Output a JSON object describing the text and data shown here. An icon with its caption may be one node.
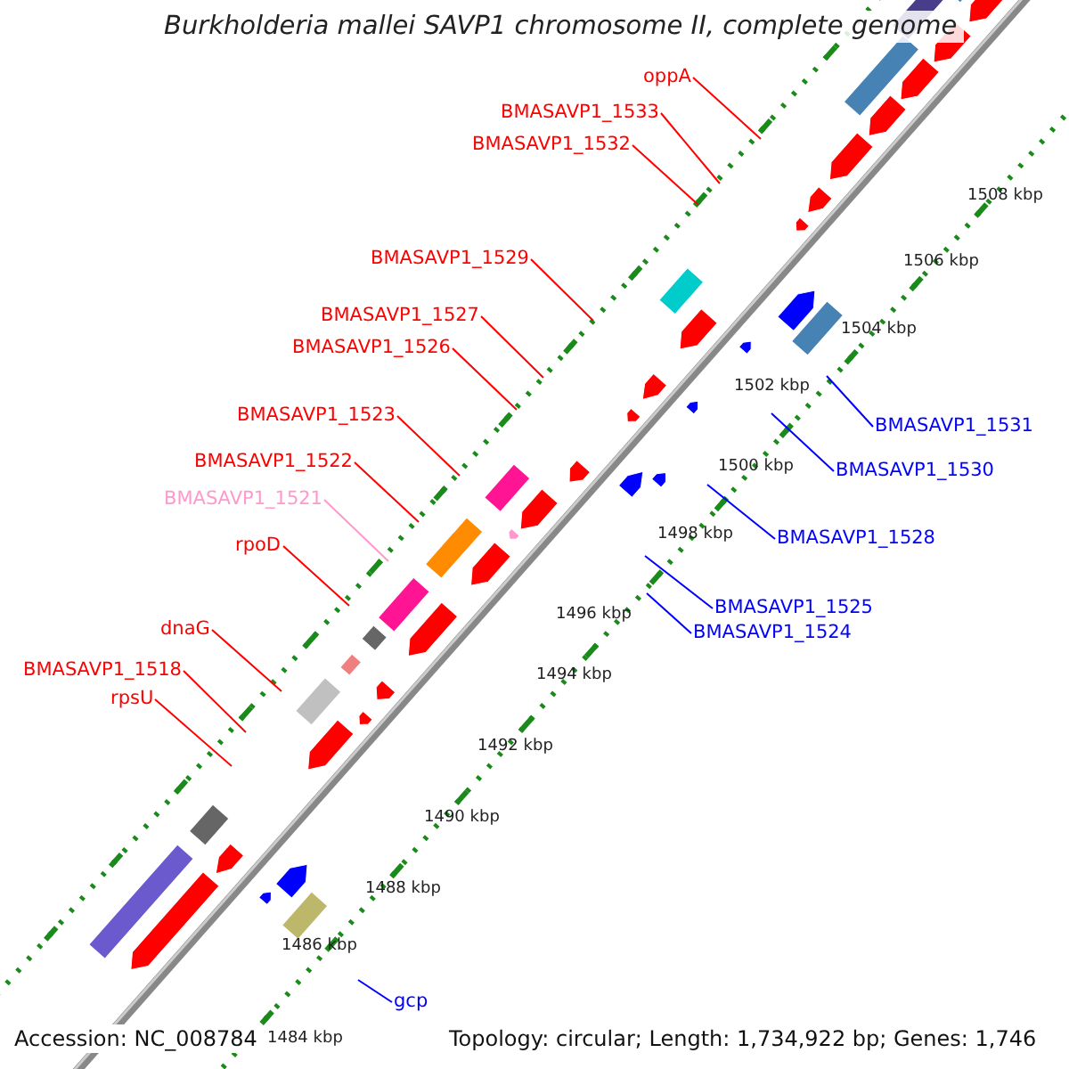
{
  "diagram": {
    "title": "Burkholderia mallei SAVP1 chromosome II, complete genome",
    "nodes": [
      {
        "text": [
          "oppA"
        ]
      },
      {
        "text": [
          "BMASAVP1_1533"
        ]
      },
      {
        "text": [
          "BMASAVP1_1532"
        ]
      },
      {
        "text": [
          "BMASAVP1_1529"
        ]
      },
      {
        "text": [
          "BMASAVP1_1527"
        ]
      },
      {
        "text": [
          "BMASAVP1_1526"
        ]
      },
      {
        "text": [
          "BMASAVP1_1531"
        ]
      },
      {
        "text": [
          "BMASAVP1_1523"
        ]
      },
      {
        "text": [
          "BMASAVP1_1530"
        ]
      },
      {
        "text": [
          "BMASAVP1_1522"
        ]
      },
      {
        "text": [
          "BMASAVP1_1521"
        ]
      },
      {
        "text": [
          "BMASAVP1_1528"
        ]
      },
      {
        "text": [
          "rpoD"
        ]
      },
      {
        "text": [
          "BMASAVP1_1525"
        ]
      },
      {
        "text": [
          "BMASAVP1_1524"
        ]
      },
      {
        "text": [
          "dnaG"
        ]
      },
      {
        "text": [
          "BMASAVP1_1518"
        ]
      },
      {
        "text": [
          "rpsU"
        ]
      },
      {
        "text": [
          "gcp"
        ]
      }
    ],
    "edges": [
      {
        "from": 0,
        "to": null,
        "arrow": "none"
      },
      {
        "from": 1,
        "to": null,
        "arrow": "none"
      },
      {
        "from": 2,
        "to": null,
        "arrow": "none"
      },
      {
        "from": 3,
        "to": null,
        "arrow": "none"
      },
      {
        "from": 4,
        "to": null,
        "arrow": "none"
      },
      {
        "from": 5,
        "to": null,
        "arrow": "none"
      },
      {
        "from": 6,
        "to": null,
        "arrow": "none",
        "color": "#0000ff"
      },
      {
        "from": 7,
        "to": null,
        "arrow": "none"
      },
      {
        "from": 8,
        "to": null,
        "arrow": "none",
        "color": "#0000ff"
      },
      {
        "from": 9,
        "to": null,
        "arrow": "none"
      },
      {
        "from": 10,
        "to": null,
        "arrow": "none",
        "color": "#ff99cc"
      },
      {
        "from": 11,
        "to": null,
        "arrow": "none",
        "color": "#0000ff"
      },
      {
        "from": 12,
        "to": null,
        "arrow": "none"
      },
      {
        "from": 13,
        "to": null,
        "arrow": "none",
        "color": "#0000ff"
      },
      {
        "from": 14,
        "to": null,
        "arrow": "none",
        "color": "#0000ff"
      },
      {
        "from": 15,
        "to": null,
        "arrow": "none"
      },
      {
        "from": 16,
        "to": null,
        "arrow": "none"
      },
      {
        "from": 17,
        "to": null,
        "arrow": "none"
      },
      {
        "from": 18,
        "to": null,
        "arrow": "none",
        "color": "#0000ff"
      }
    ],
    "labels": [
      "1508 kbp",
      "1506 kbp",
      "1504 kbp",
      "1502 kbp",
      "1500 kbp",
      "1498 kbp",
      "1496 kbp",
      "1494 kbp",
      "1492 kbp",
      "1490 kbp",
      "1488 kbp",
      "1486 kbp",
      "Accession: NC_008784",
      "1484 kbp",
      "Topology: circular; Length: 1,734,922 bp; Genes: 1,746"
    ]
  }
}
